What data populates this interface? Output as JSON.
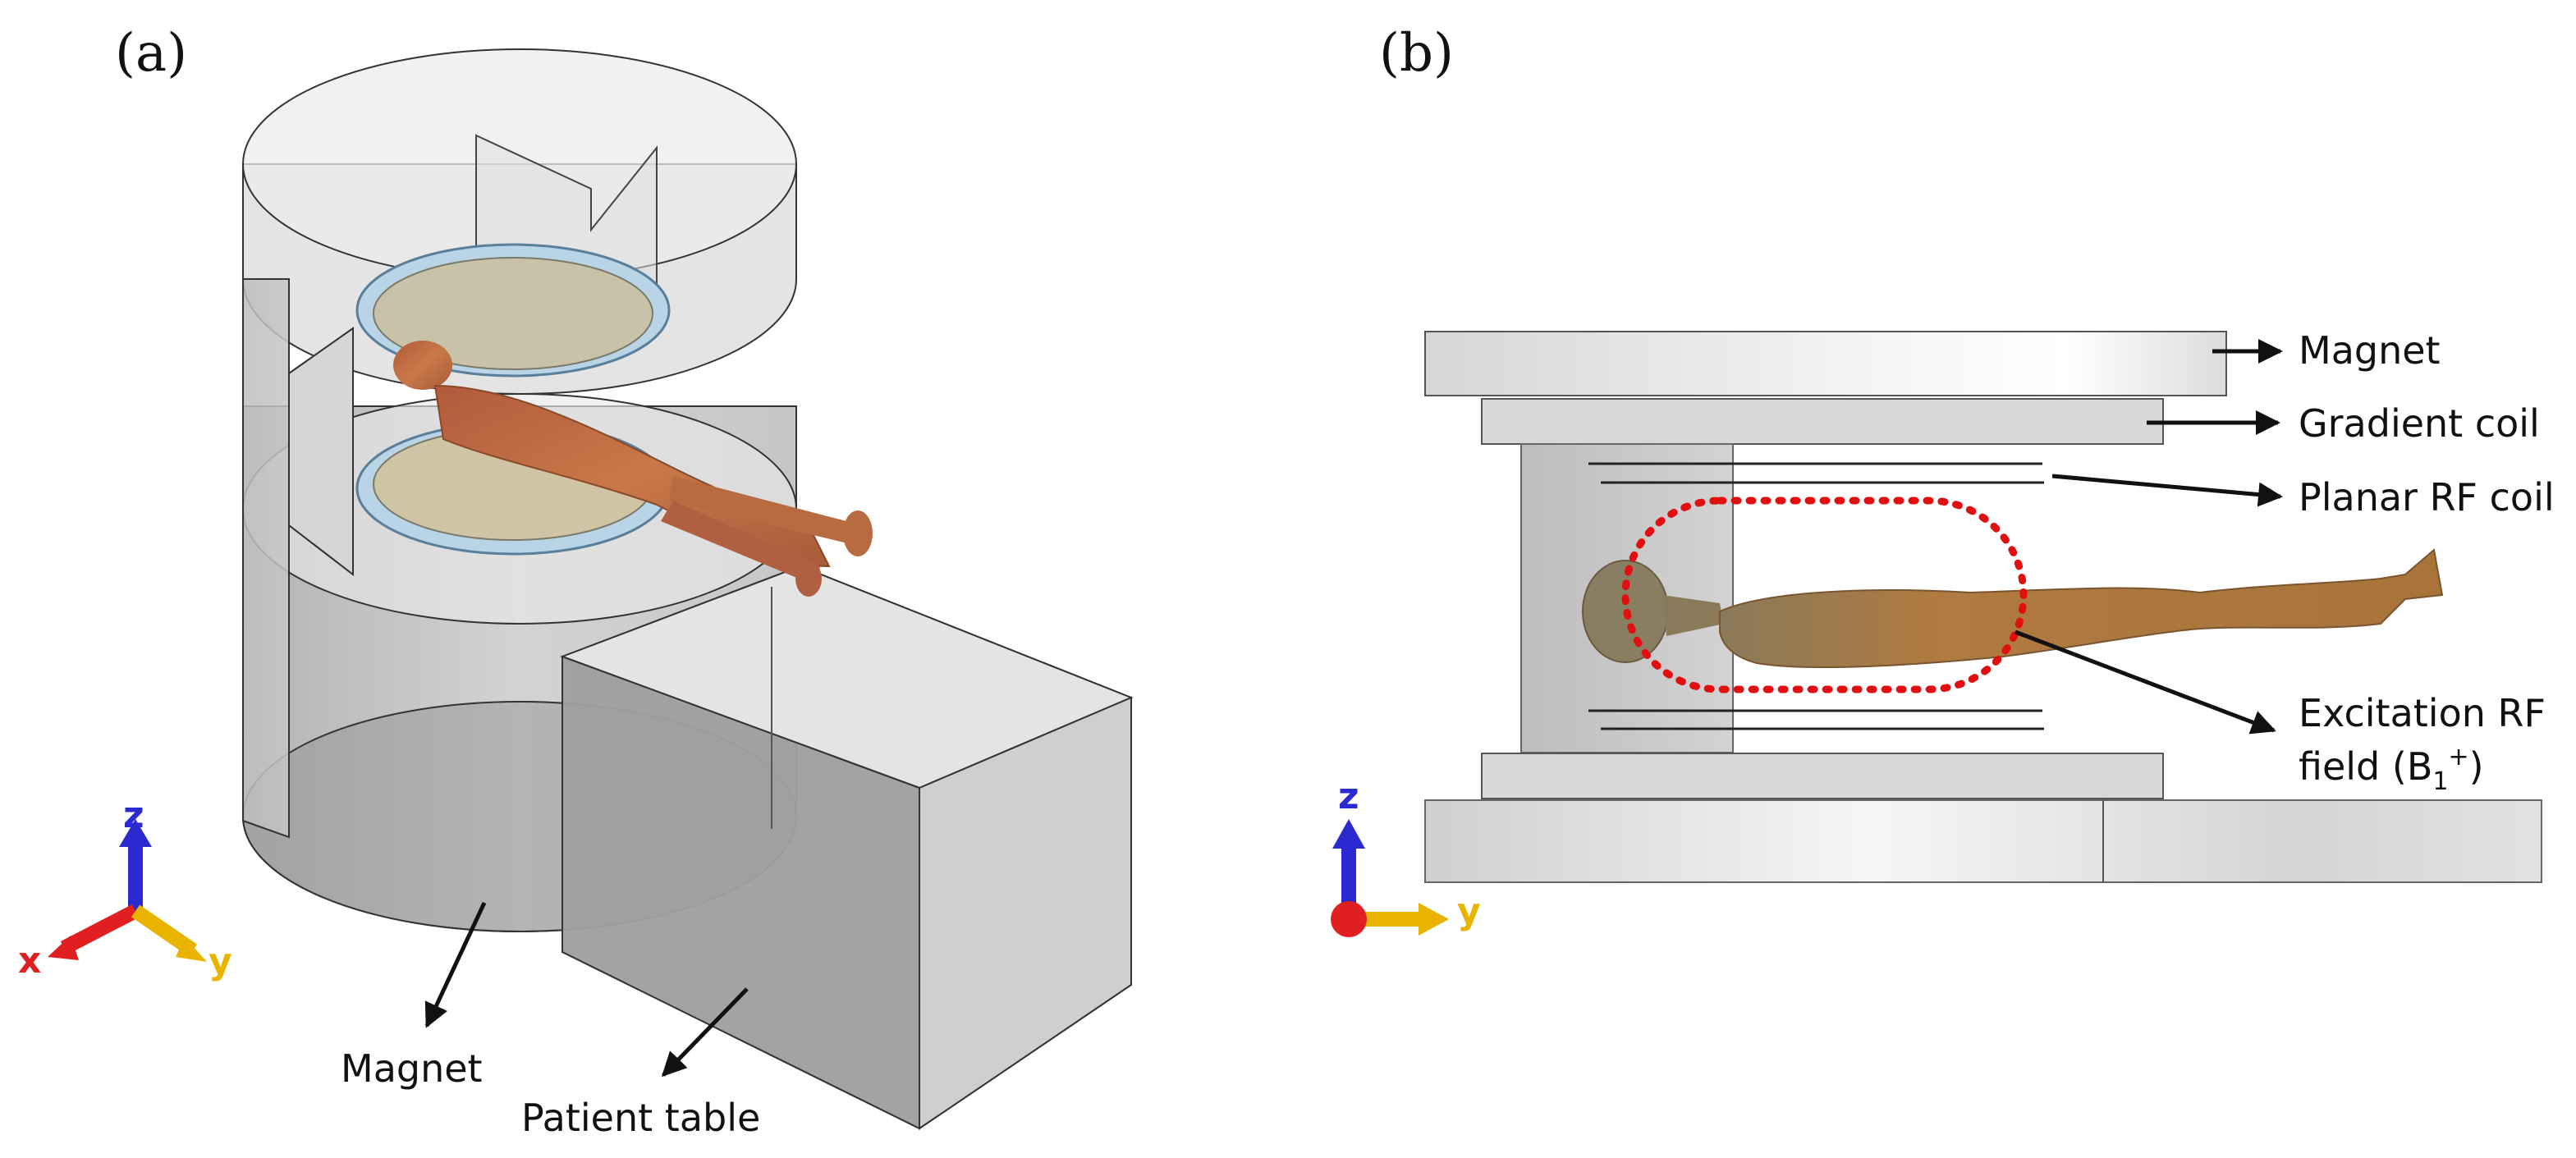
{
  "panel_a": {
    "label": "(a)",
    "annotations": {
      "magnet": "Magnet",
      "patient_table": "Patient table"
    },
    "axes": {
      "x": "x",
      "y": "y",
      "z": "z"
    }
  },
  "panel_b": {
    "label": "(b)",
    "annotations": {
      "magnet": "Magnet",
      "gradient_coil": "Gradient coil",
      "planar_rf_coil": "Planar RF coil",
      "excitation_line1": "Excitation RF",
      "excitation_line2_prefix": "field (B",
      "excitation_sub": "1",
      "excitation_sup": "+",
      "excitation_suffix": ")"
    },
    "axes": {
      "y": "y",
      "z": "z"
    }
  },
  "colors": {
    "axis_x": "#e02020",
    "axis_y": "#e8b400",
    "axis_z": "#2a2ad0",
    "rf_field_outline": "#e01010",
    "skin": "#a8743a"
  }
}
